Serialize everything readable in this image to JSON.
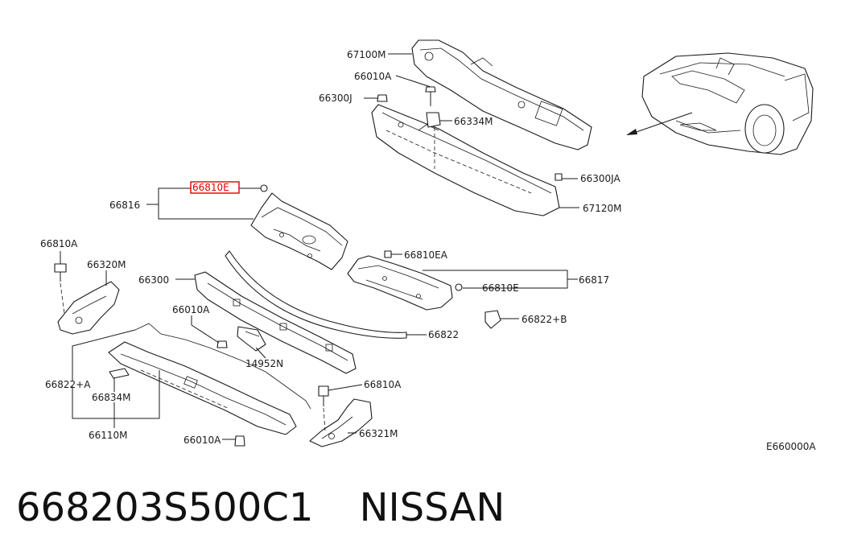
{
  "labels": {
    "l67100M": "67100M",
    "l66010A_top": "66010A",
    "l66300J": "66300J",
    "l66334M": "66334M",
    "l66300JA": "66300JA",
    "l67120M": "67120M",
    "l66810E_hl": "66810E",
    "l66816": "66816",
    "l66810A_left": "66810A",
    "l66320M": "66320M",
    "l66300": "66300",
    "l66810EA": "66810EA",
    "l66817": "66817",
    "l66810E": "66810E",
    "l66822B": "66822+B",
    "l66010A_mid": "66010A",
    "l66822": "66822",
    "l14952N": "14952N",
    "l66822A": "66822+A",
    "l66834M": "66834M",
    "l66110M": "66110M",
    "l66810A_bottom": "66810A",
    "l66321M": "66321M",
    "l66010A_bottom": "66010A",
    "diagram_code": "E660000A"
  },
  "highlight_color": "#e00000",
  "footer": {
    "part_number": "668203S500C1",
    "brand": "NISSAN"
  }
}
